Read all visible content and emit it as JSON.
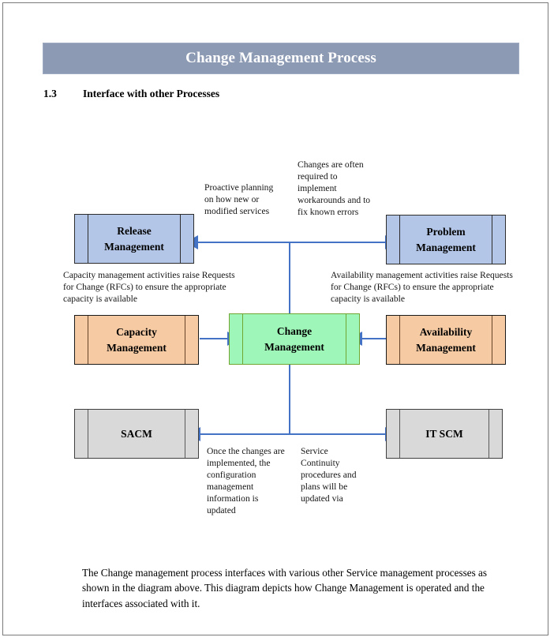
{
  "document": {
    "banner_title": "Change Management Process",
    "section_number": "1.3",
    "section_title": "Interface with other Processes",
    "footer_paragraph": "The Change management process interfaces with various other Service management processes as shown in the diagram above. This diagram depicts how Change Management is operated and the interfaces associated with it."
  },
  "diagram": {
    "nodes": {
      "release": {
        "label": "Release\nManagement",
        "line1": "Release",
        "line2": "Management",
        "fill": "#b3c6e7",
        "stroke": "#2d2d2d"
      },
      "problem": {
        "label": "Problem\nManagement",
        "line1": "Problem",
        "line2": "Management",
        "fill": "#b3c6e7",
        "stroke": "#2d2d2d"
      },
      "capacity": {
        "label": "Capacity\nManagement",
        "line1": "Capacity",
        "line2": "Management",
        "fill": "#f6cba4",
        "stroke": "#1a1a1a"
      },
      "change": {
        "label": "Change\nManagement",
        "line1": "Change",
        "line2": "Management",
        "fill": "#9ef7b9",
        "stroke": "#71a632"
      },
      "availability": {
        "label": "Availability\nManagement",
        "line1": "Availability",
        "line2": "Management",
        "fill": "#f6cba4",
        "stroke": "#1a1a1a"
      },
      "sacm": {
        "label": "SACM",
        "line1": "SACM",
        "line2": "",
        "fill": "#d9d9d9",
        "stroke": "#3f3f3f"
      },
      "itscm": {
        "label": "IT SCM",
        "line1": "IT SCM",
        "line2": "",
        "fill": "#d9d9d9",
        "stroke": "#3f3f3f"
      }
    },
    "annotations": {
      "release_note": "Proactive planning on how new or modified services",
      "problem_note": "Changes are often required to implement workarounds and to fix known errors",
      "capacity_note": "Capacity management activities raise Requests for Change (RFCs) to ensure the appropriate capacity is available",
      "availability_note": "Availability management activities raise Requests for Change (RFCs) to ensure the appropriate capacity is available",
      "sacm_note": "Once the changes are implemented, the configuration management information is updated",
      "itscm_note": "Service Continuity procedures and plans will be updated via"
    },
    "connector_color": "#4472c4"
  }
}
